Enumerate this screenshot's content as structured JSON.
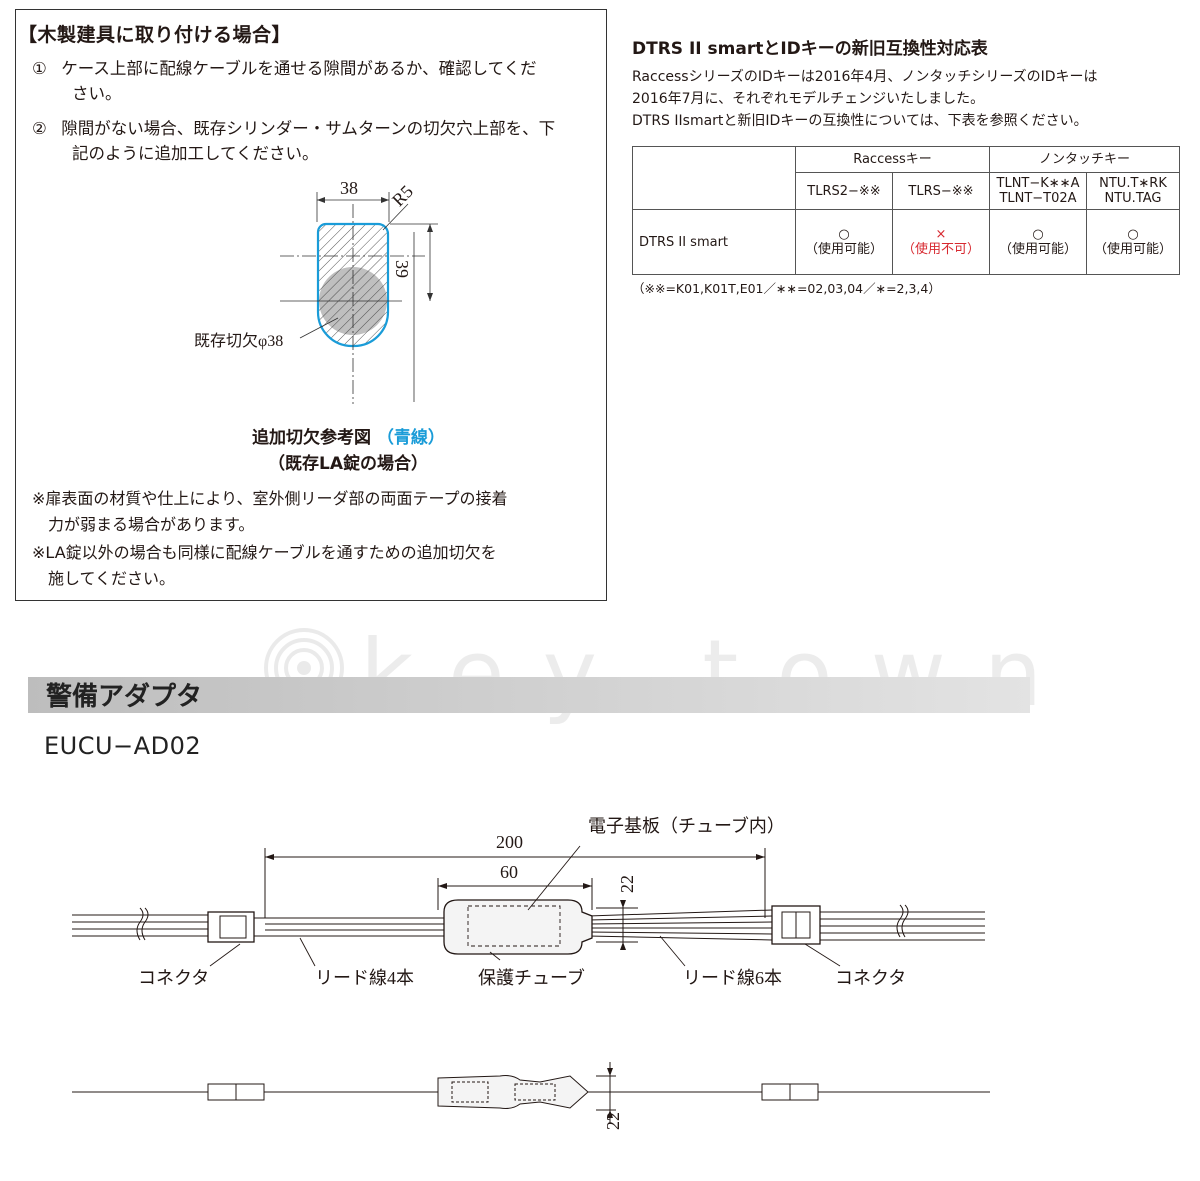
{
  "install": {
    "title": "【木製建具に取り付ける場合】",
    "steps": [
      {
        "num": "①",
        "line1": "ケース上部に配線ケーブルを通せる隙間があるか、確認してくだ",
        "line2": "さい。"
      },
      {
        "num": "②",
        "line1": "隙間がない場合、既存シリンダー・サムターンの切欠穴上部を、下",
        "line2": "記のように追加工してください。"
      }
    ],
    "figure": {
      "dim_width": "38",
      "dim_radius": "R5",
      "dim_height": "39",
      "existing_cut_label": "既存切欠φ38",
      "caption_line1": "追加切欠参考図",
      "caption_blue": "（青線）",
      "caption_line2": "（既存LA錠の場合）",
      "accent_color": "#1a9cd8"
    },
    "notes": [
      {
        "line1": "※扉表面の材質や仕上により、室外側リーダ部の両面テープの接着",
        "line2": "力が弱まる場合があります。"
      },
      {
        "line1": "※LA錠以外の場合も同様に配線ケーブルを通すための追加切欠を",
        "line2": "施してください。"
      }
    ]
  },
  "compat": {
    "title": "DTRS II smartとIDキーの新旧互換性対応表",
    "desc": [
      "RaccessシリーズのIDキーは2016年4月、ノンタッチシリーズのIDキーは",
      "2016年7月に、それぞれモデルチェンジいたしました。",
      "DTRS IIsmartと新旧IDキーの互換性については、下表を参照ください。"
    ],
    "group_headers": [
      "Raccessキー",
      "ノンタッチキー"
    ],
    "columns": [
      {
        "line1": "TLRS2−※※",
        "line2": ""
      },
      {
        "line1": "TLRS−※※",
        "line2": ""
      },
      {
        "line1": "TLNT−K∗∗A",
        "line2": "TLNT−T02A"
      },
      {
        "line1": "NTU.T∗RK",
        "line2": "NTU.TAG"
      }
    ],
    "row_label": "DTRS II smart",
    "cells": [
      {
        "mark": "○",
        "text": "（使用可能）",
        "status": "ok"
      },
      {
        "mark": "×",
        "text": "（使用不可）",
        "status": "ng"
      },
      {
        "mark": "○",
        "text": "（使用可能）",
        "status": "ok"
      },
      {
        "mark": "○",
        "text": "（使用可能）",
        "status": "ok"
      }
    ],
    "footnote": "（※※=K01,K01T,E01／∗∗=02,03,04／∗=2,3,4）",
    "ng_color": "#d7282f"
  },
  "watermark": "key town",
  "adapter": {
    "section_title": "警備アダプタ",
    "model": "EUCU−AD02",
    "labels": {
      "pcb": "電子基板（チューブ内）",
      "connector_left": "コネクタ",
      "lead4": "リード線4本",
      "tube": "保護チューブ",
      "lead6": "リード線6本",
      "connector_right": "コネクタ"
    },
    "dims": {
      "overall": "200",
      "tube": "60",
      "height_top": "22",
      "height_bottom": "22"
    }
  }
}
